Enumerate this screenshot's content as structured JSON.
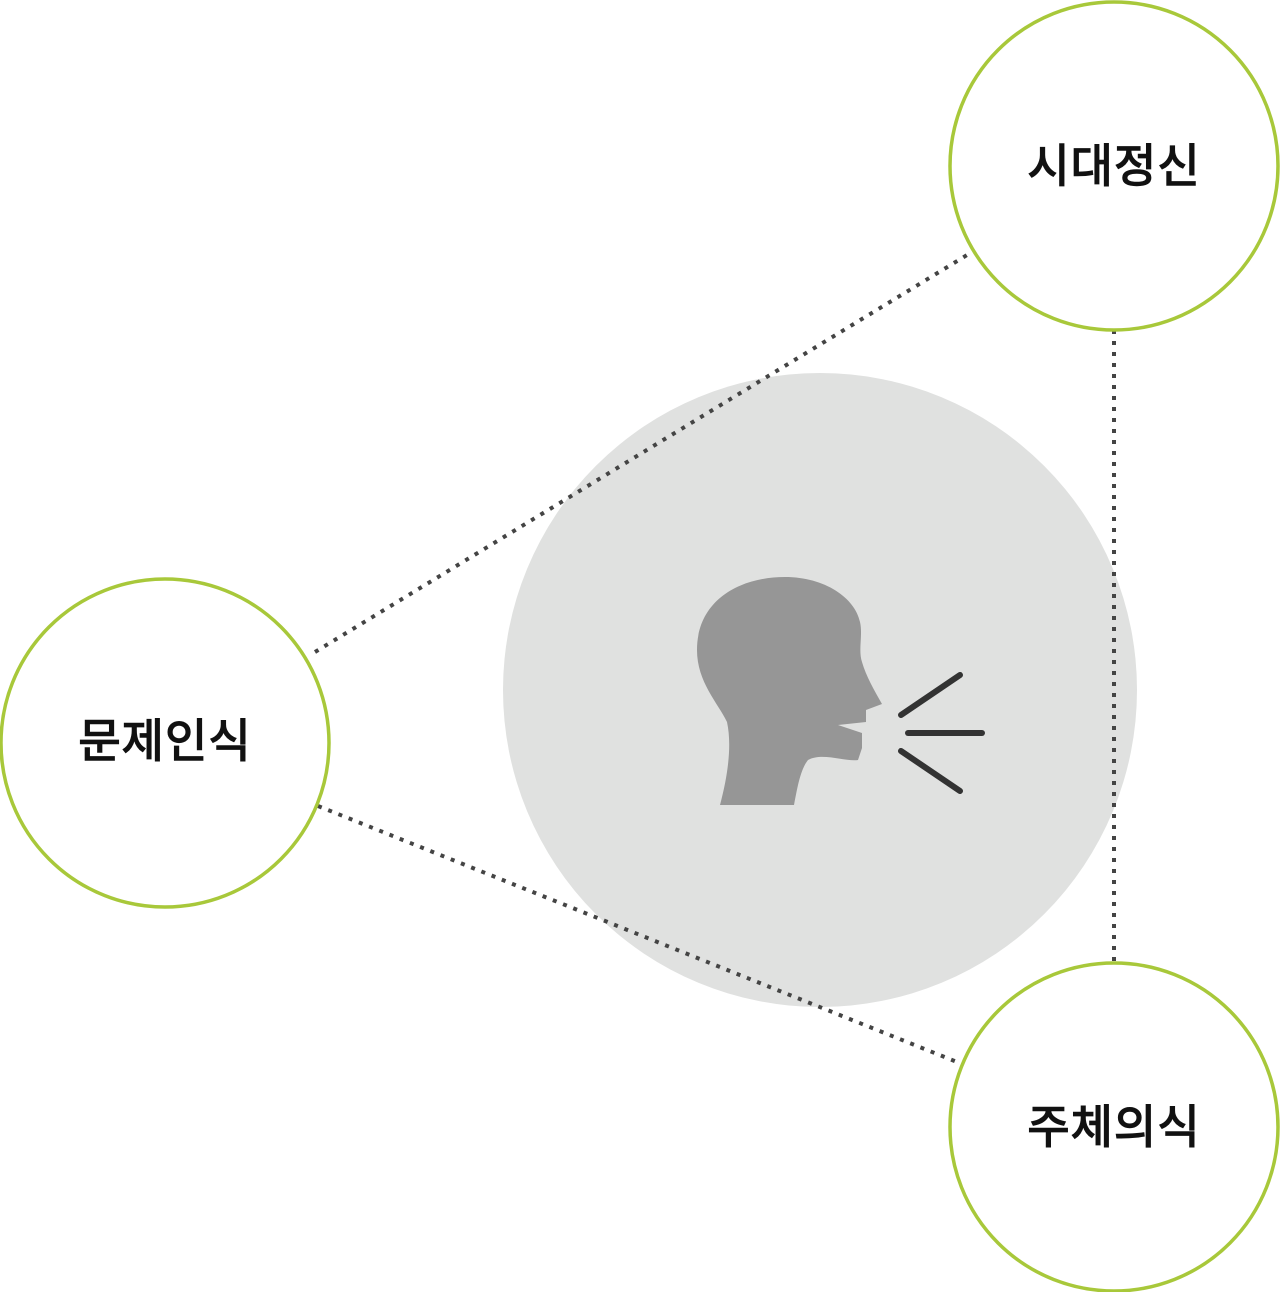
{
  "nodes": {
    "top_right": {
      "label": "시대정신"
    },
    "left": {
      "label": "문제인식"
    },
    "bottom_right": {
      "label": "주체의식"
    }
  },
  "center": {
    "icon": "speaking-head-icon"
  },
  "colors": {
    "node_border": "#a8c83a",
    "center_fill": "#e0e1e0",
    "head_fill": "#969696",
    "sound_lines": "#333333",
    "connector": "#444444"
  }
}
